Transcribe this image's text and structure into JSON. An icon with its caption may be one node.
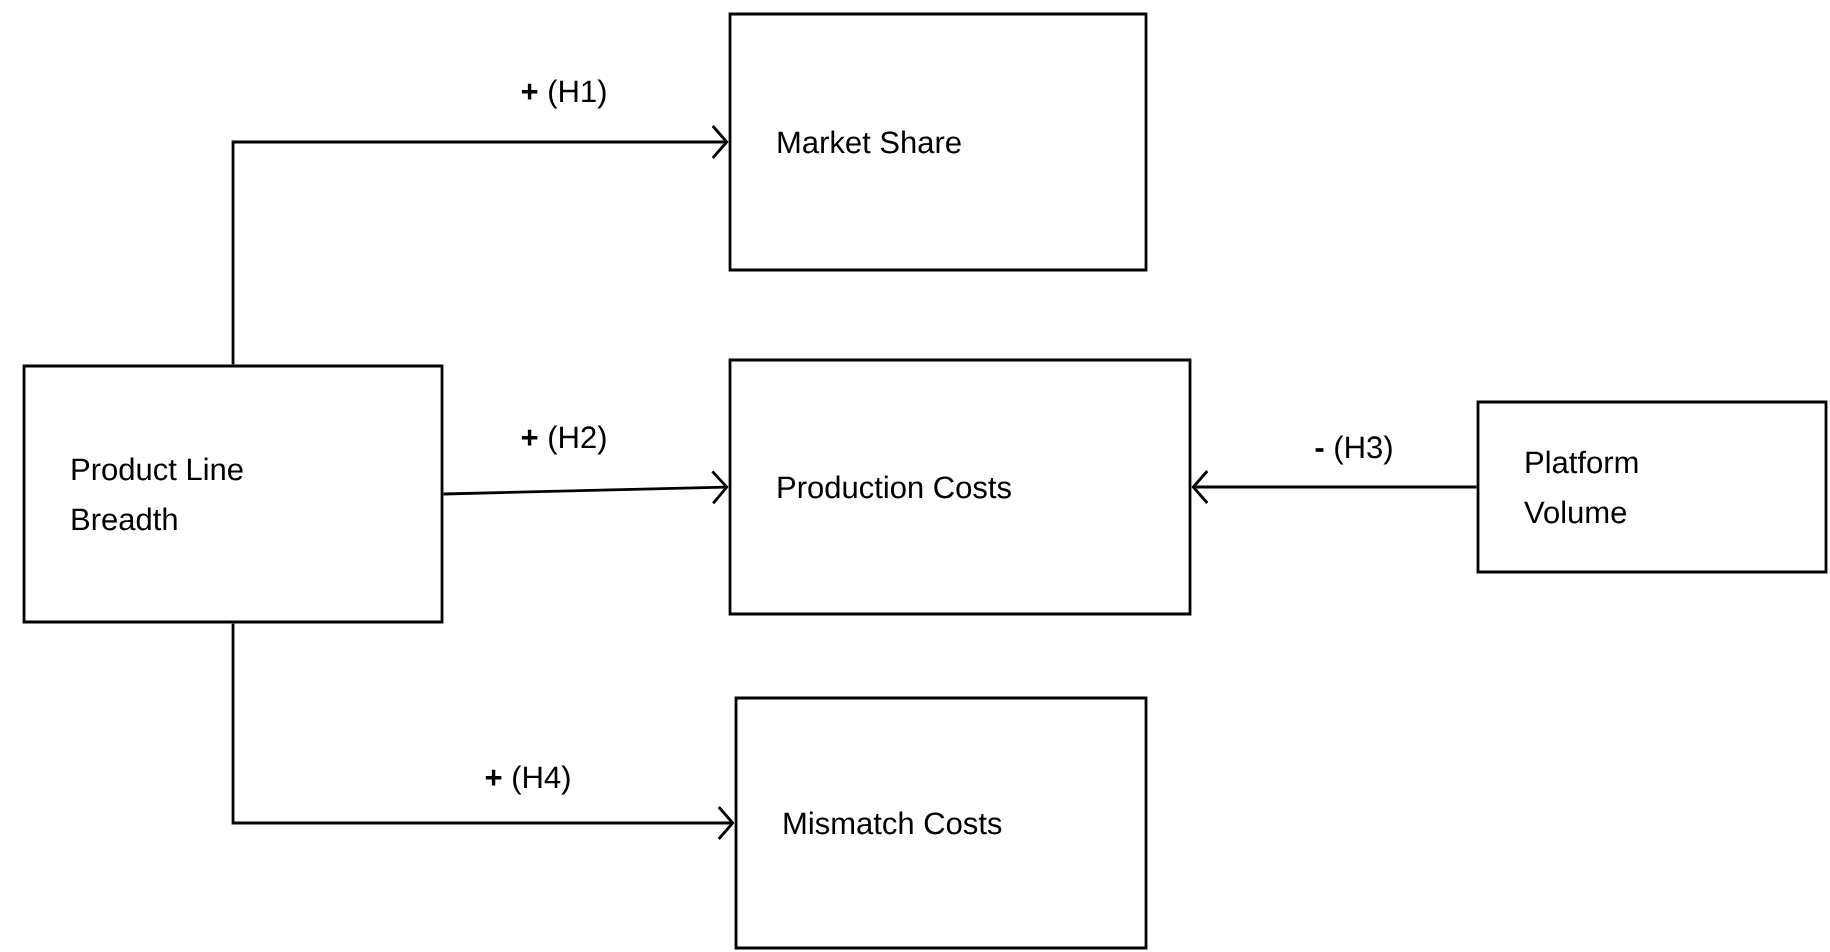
{
  "diagram": {
    "nodes": [
      {
        "text": [
          "Product Line Breadth"
        ]
      },
      {
        "text": [
          "Market Share"
        ]
      },
      {
        "text": [
          "Production Costs"
        ]
      },
      {
        "text": [
          "Platform Volume"
        ]
      },
      {
        "text": [
          "Mismatch Costs"
        ]
      }
    ],
    "edges": [
      {
        "from": 0,
        "to": 1,
        "arrow": "to",
        "label": "**+** (H1)"
      },
      {
        "from": 0,
        "to": 2,
        "arrow": "to",
        "label": "**+** (H2)"
      },
      {
        "from": 3,
        "to": 2,
        "arrow": "to",
        "label": "**-** (H3)"
      },
      {
        "from": 0,
        "to": 4,
        "arrow": "to",
        "label": "**+** (H4)"
      }
    ]
  }
}
